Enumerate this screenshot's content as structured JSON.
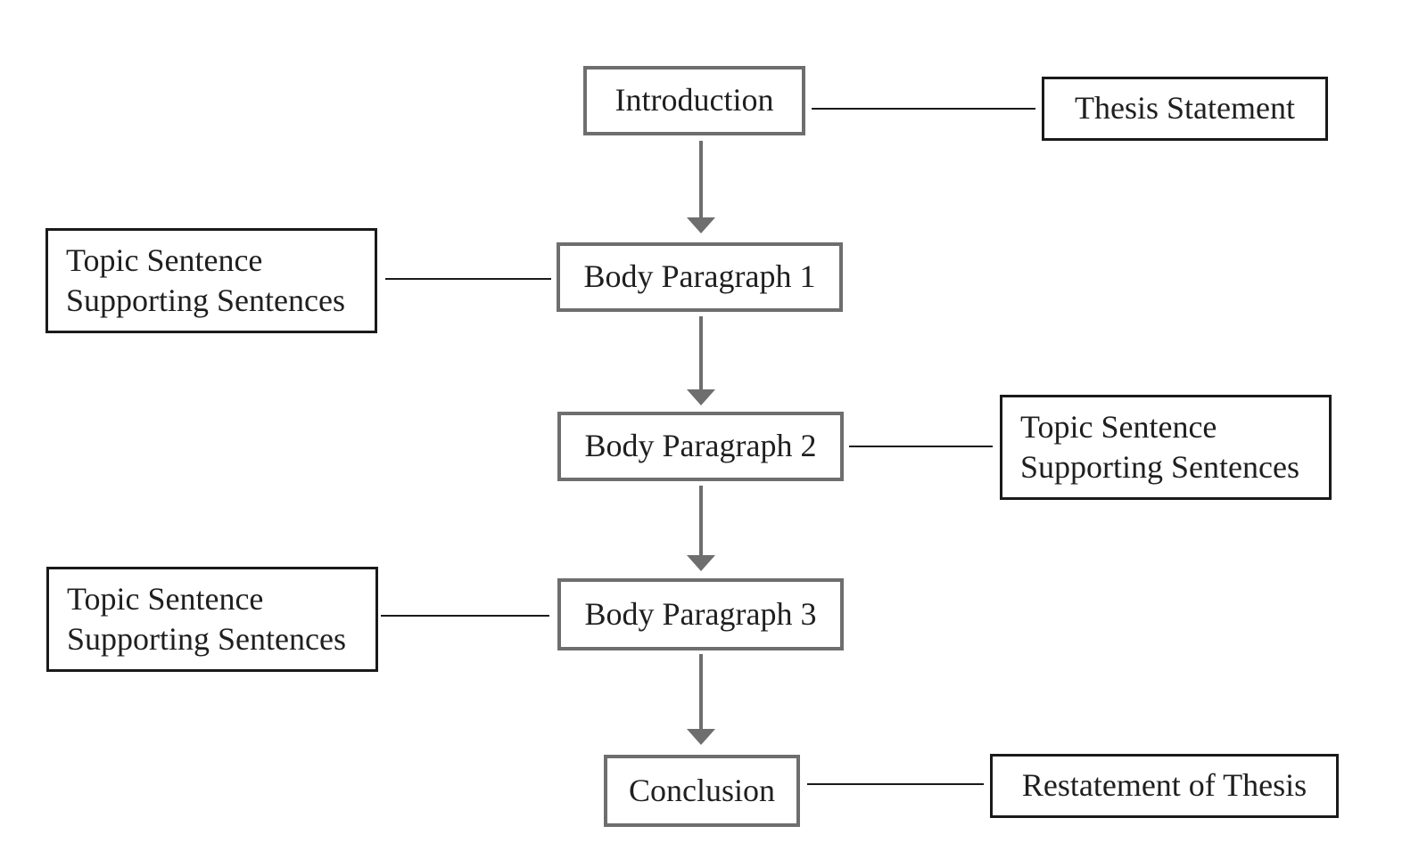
{
  "main_flow": {
    "introduction": "Introduction",
    "body_paragraph_1": "Body Paragraph 1",
    "body_paragraph_2": "Body Paragraph 2",
    "body_paragraph_3": "Body Paragraph 3",
    "conclusion": "Conclusion"
  },
  "side_notes": {
    "introduction_note": "Thesis Statement",
    "body_paragraph_1_note": {
      "line_1": "Topic Sentence",
      "line_2": "Supporting Sentences"
    },
    "body_paragraph_2_note": {
      "line_1": "Topic Sentence",
      "line_2": "Supporting Sentences"
    },
    "body_paragraph_3_note": {
      "line_1": "Topic Sentence",
      "line_2": "Supporting Sentences"
    },
    "conclusion_note": "Restatement of Thesis"
  },
  "colors": {
    "main_box_border": "#6e6e6e",
    "side_box_border": "#1a1a1a",
    "arrow": "#6e6e6e",
    "connector": "#1a1a1a"
  }
}
